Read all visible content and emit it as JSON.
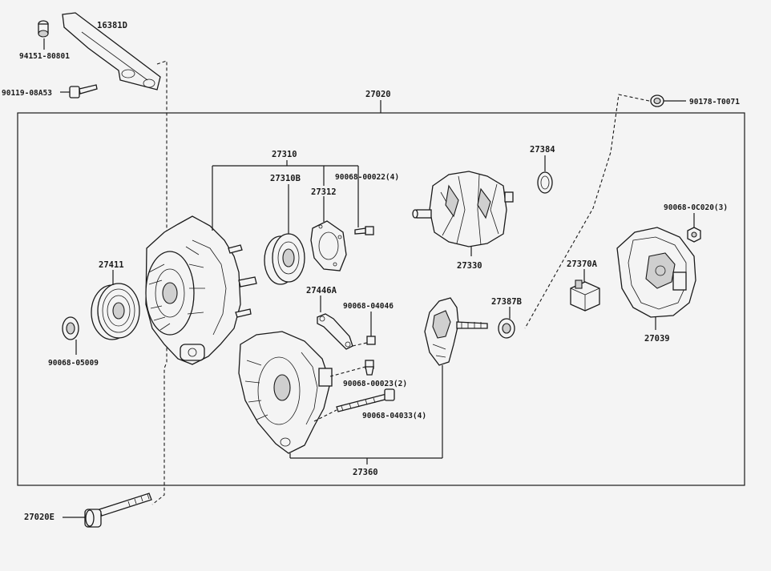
{
  "diagram": {
    "parts": {
      "p16381D": "16381D",
      "p94151": "94151-80801",
      "p90119": "90119-08A53",
      "p27020": "27020",
      "p90178": "90178-T0071",
      "p27310": "27310",
      "p27310B": "27310B",
      "p27312": "27312",
      "p90068_00022": "90068-00022(4)",
      "p27384": "27384",
      "p90068_0C020": "90068-0C020(3)",
      "p27411": "27411",
      "p27446A": "27446A",
      "p90068_04046": "90068-04046",
      "p27330": "27330",
      "p27370A": "27370A",
      "p27387B": "27387B",
      "p27039": "27039",
      "p90068_05009": "90068-05009",
      "p90068_00023": "90068-00023(2)",
      "p90068_04033": "90068-04033(4)",
      "p27360": "27360",
      "p27020E": "27020E"
    }
  }
}
